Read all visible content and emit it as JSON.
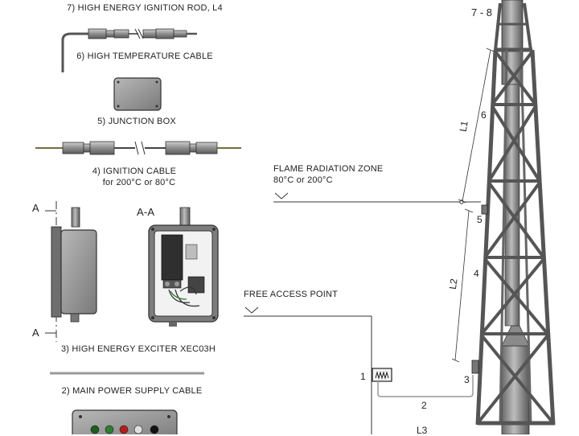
{
  "labels": {
    "ignition_rod": "7) HIGH ENERGY IGNITION ROD, L4",
    "high_temp_cable": "6) HIGH TEMPERATURE CABLE",
    "junction_box": "5) JUNCTION BOX",
    "ignition_cable": "4) IGNITION CABLE",
    "ignition_cable_temp": "for 200°C or 80°C",
    "exciter": "3) HIGH ENERGY EXCITER XEC03H",
    "main_power": "2) MAIN POWER SUPPLY CABLE",
    "section_a_top": "A",
    "section_a_bottom": "A",
    "section_aa": "A-A",
    "flame_zone": "FLAME RADIATION ZONE",
    "flame_zone_temp": "80°C or 200°C",
    "free_access": "FREE ACCESS POINT"
  },
  "callouts": {
    "n78": "7 - 8",
    "n6": "6",
    "n5": "5",
    "n4": "4",
    "n3": "3",
    "n2": "2",
    "n1": "1",
    "l1": "L1",
    "l2": "L2",
    "l3": "L3"
  },
  "colors": {
    "line": "#333333",
    "metal": "#8a8a8a",
    "metal_dark": "#4a4a4a",
    "tower": "#555555"
  }
}
